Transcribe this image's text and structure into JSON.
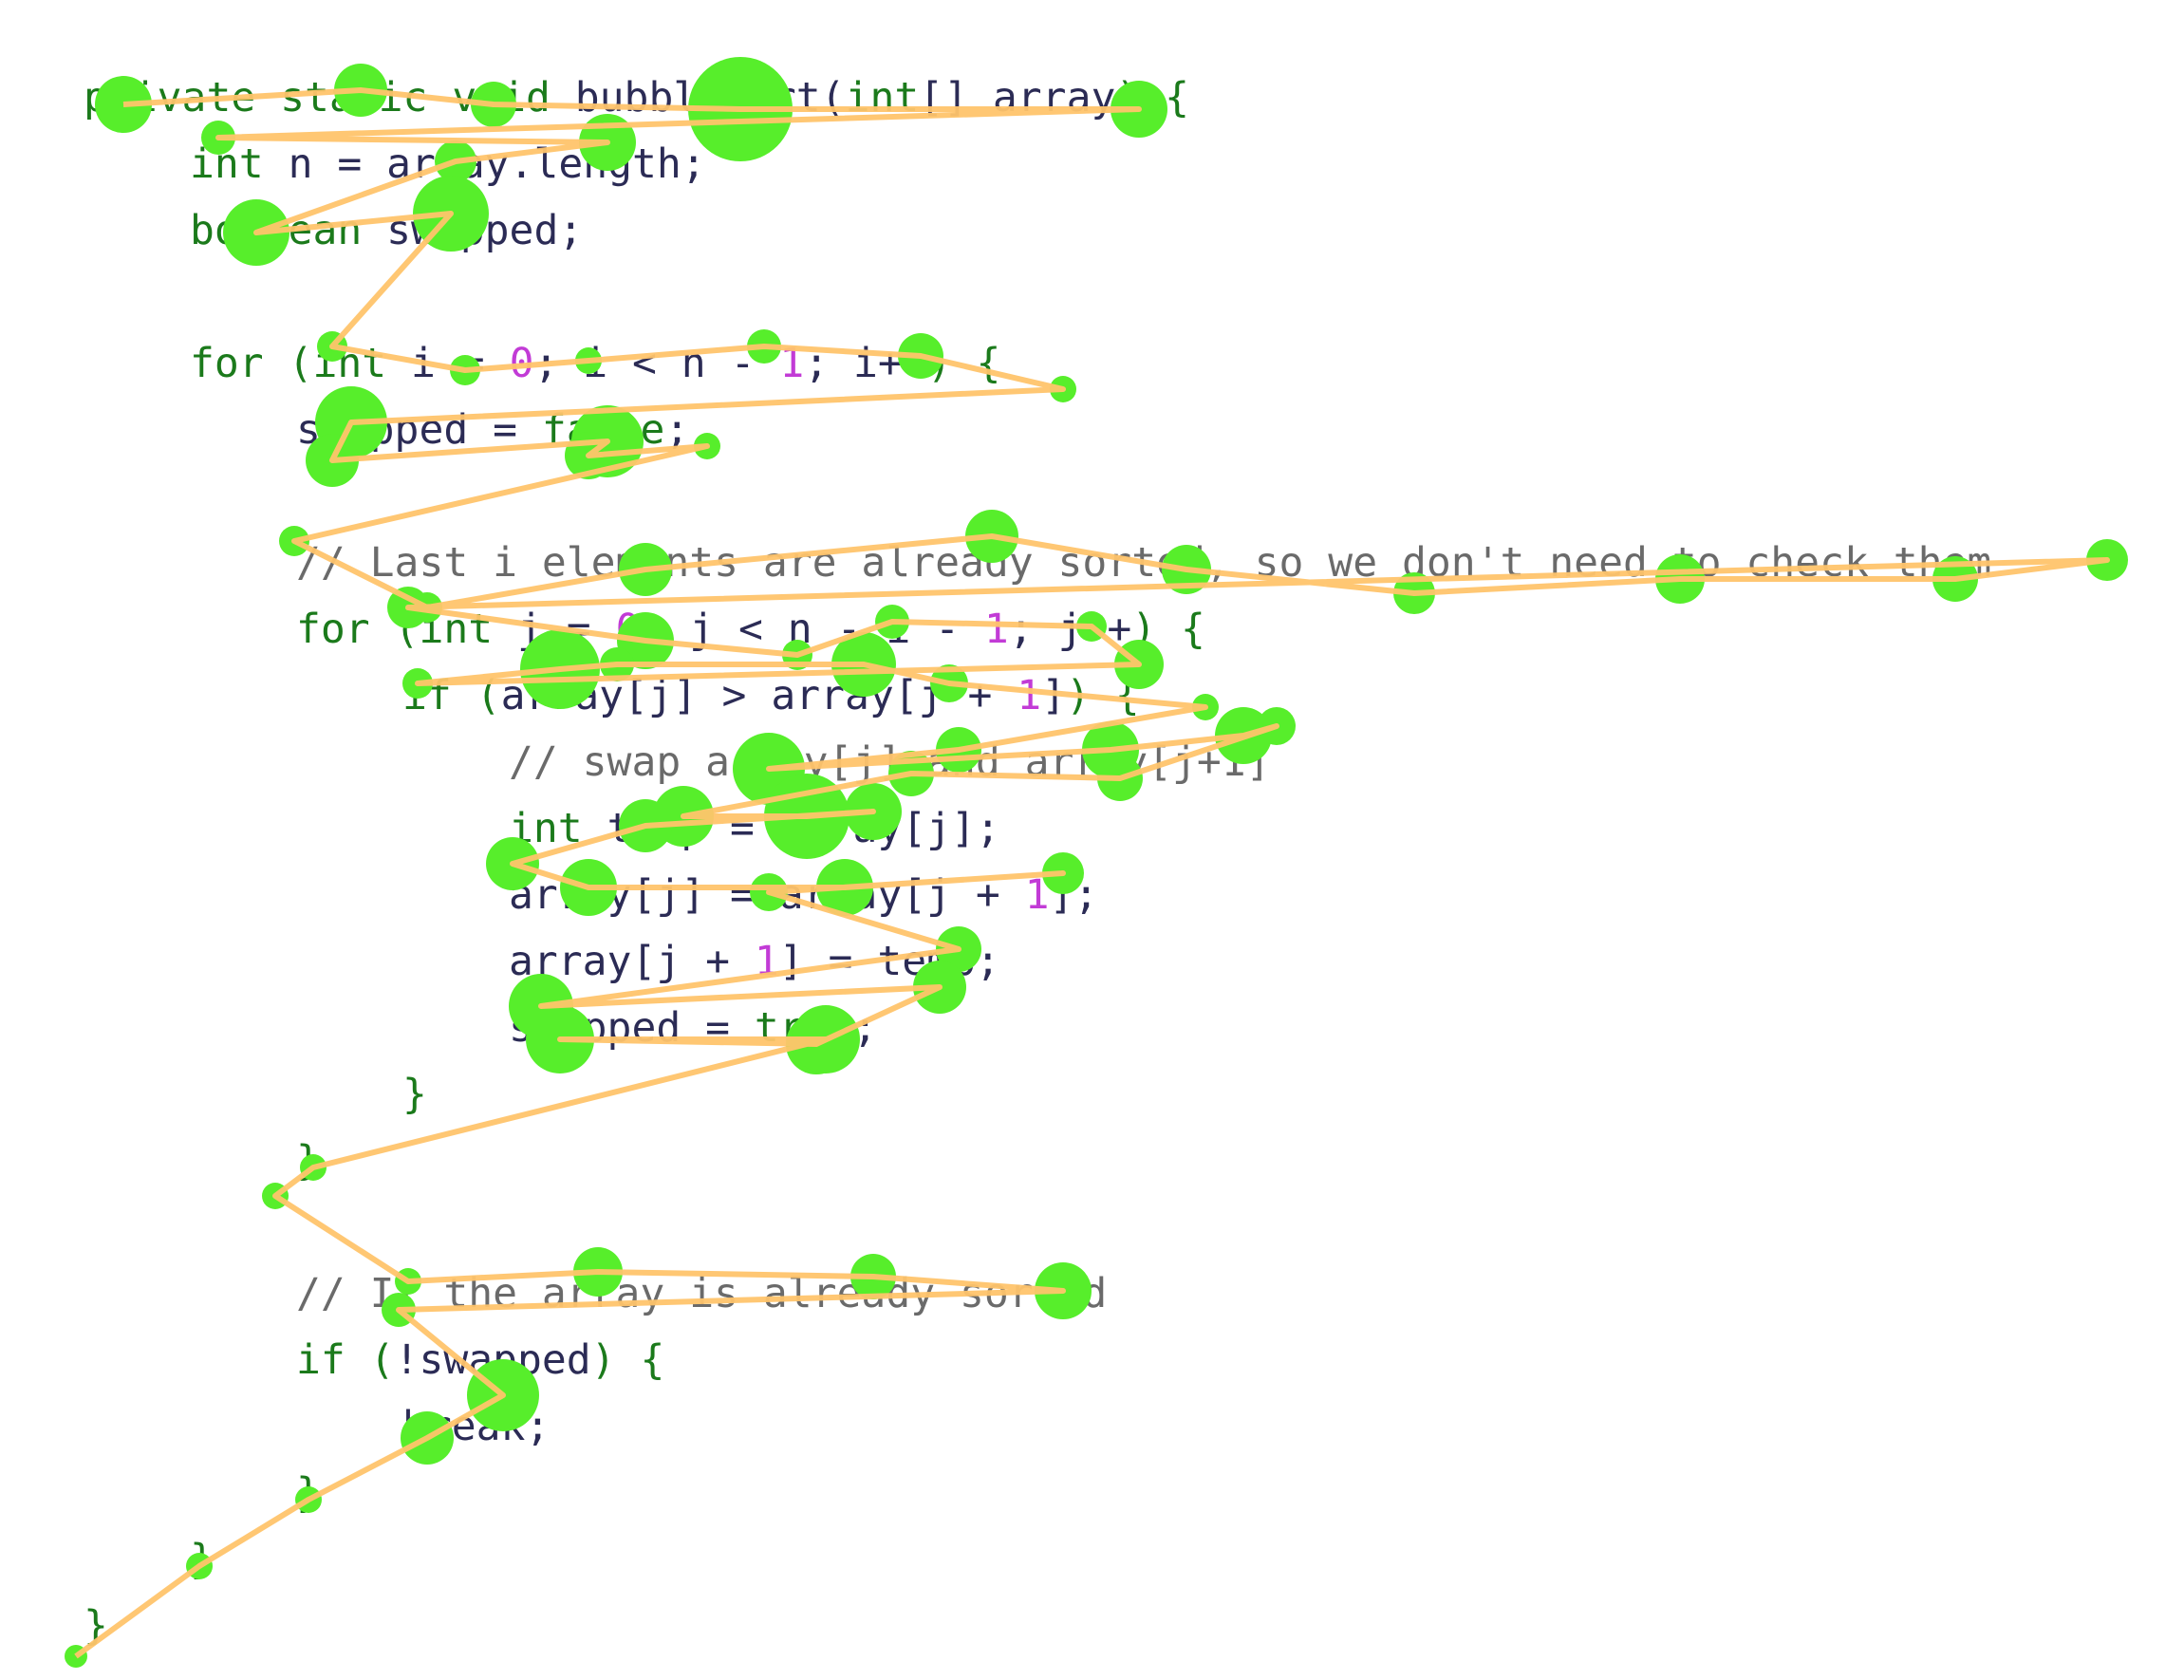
{
  "code_lines": [
    {
      "indent": 0,
      "tokens": [
        {
          "t": "private ",
          "c": "kw"
        },
        {
          "t": "static ",
          "c": "kw"
        },
        {
          "t": "void ",
          "c": "ty"
        },
        {
          "t": "bubbleSort",
          "c": "id"
        },
        {
          "t": "(",
          "c": "id"
        },
        {
          "t": "int",
          "c": "ty"
        },
        {
          "t": "[] array",
          "c": "id"
        },
        {
          "t": ") {",
          "c": "br"
        }
      ]
    },
    {
      "indent": 1,
      "tokens": [
        {
          "t": "int ",
          "c": "ty"
        },
        {
          "t": "n = array.length;",
          "c": "id"
        }
      ]
    },
    {
      "indent": 1,
      "tokens": [
        {
          "t": "boolean ",
          "c": "ty"
        },
        {
          "t": "swapped;",
          "c": "id"
        }
      ]
    },
    {
      "indent": 1,
      "tokens": []
    },
    {
      "indent": 1,
      "tokens": [
        {
          "t": "for ",
          "c": "kw"
        },
        {
          "t": "(",
          "c": "br"
        },
        {
          "t": "int ",
          "c": "ty"
        },
        {
          "t": "i = ",
          "c": "id"
        },
        {
          "t": "0",
          "c": "num"
        },
        {
          "t": "; i < n - ",
          "c": "id"
        },
        {
          "t": "1",
          "c": "num"
        },
        {
          "t": "; i++",
          "c": "id"
        },
        {
          "t": ") {",
          "c": "br"
        }
      ]
    },
    {
      "indent": 2,
      "tokens": [
        {
          "t": "swapped = ",
          "c": "id"
        },
        {
          "t": "false",
          "c": "kw"
        },
        {
          "t": ";",
          "c": "id"
        }
      ]
    },
    {
      "indent": 2,
      "tokens": []
    },
    {
      "indent": 2,
      "tokens": [
        {
          "t": "// Last i elements are already sorted, so we don't need to check them",
          "c": "cm"
        }
      ]
    },
    {
      "indent": 2,
      "tokens": [
        {
          "t": "for ",
          "c": "kw"
        },
        {
          "t": "(",
          "c": "br"
        },
        {
          "t": "int ",
          "c": "ty"
        },
        {
          "t": "j = ",
          "c": "id"
        },
        {
          "t": "0",
          "c": "num"
        },
        {
          "t": "; j < n - i - ",
          "c": "id"
        },
        {
          "t": "1",
          "c": "num"
        },
        {
          "t": "; j++",
          "c": "id"
        },
        {
          "t": ") {",
          "c": "br"
        }
      ]
    },
    {
      "indent": 3,
      "tokens": [
        {
          "t": "if ",
          "c": "kw"
        },
        {
          "t": "(",
          "c": "br"
        },
        {
          "t": "array[j] > array[j + ",
          "c": "id"
        },
        {
          "t": "1",
          "c": "num"
        },
        {
          "t": "]",
          "c": "id"
        },
        {
          "t": ") {",
          "c": "br"
        }
      ]
    },
    {
      "indent": 4,
      "tokens": [
        {
          "t": "// swap array[j] and array[j+1]",
          "c": "cm"
        }
      ]
    },
    {
      "indent": 4,
      "tokens": [
        {
          "t": "int ",
          "c": "ty"
        },
        {
          "t": "temp = array[j];",
          "c": "id"
        }
      ]
    },
    {
      "indent": 4,
      "tokens": [
        {
          "t": "array[j] = array[j + ",
          "c": "id"
        },
        {
          "t": "1",
          "c": "num"
        },
        {
          "t": "];",
          "c": "id"
        }
      ]
    },
    {
      "indent": 4,
      "tokens": [
        {
          "t": "array[j + ",
          "c": "id"
        },
        {
          "t": "1",
          "c": "num"
        },
        {
          "t": "] = temp;",
          "c": "id"
        }
      ]
    },
    {
      "indent": 4,
      "tokens": [
        {
          "t": "swapped = ",
          "c": "id"
        },
        {
          "t": "true",
          "c": "kw"
        },
        {
          "t": ";",
          "c": "id"
        }
      ]
    },
    {
      "indent": 3,
      "tokens": [
        {
          "t": "}",
          "c": "br"
        }
      ]
    },
    {
      "indent": 2,
      "tokens": [
        {
          "t": "}",
          "c": "br"
        }
      ]
    },
    {
      "indent": 2,
      "tokens": []
    },
    {
      "indent": 2,
      "tokens": [
        {
          "t": "// If the array is already sorted",
          "c": "cm"
        }
      ]
    },
    {
      "indent": 2,
      "tokens": [
        {
          "t": "if ",
          "c": "kw"
        },
        {
          "t": "(",
          "c": "br"
        },
        {
          "t": "!swapped",
          "c": "id"
        },
        {
          "t": ") {",
          "c": "br"
        }
      ]
    },
    {
      "indent": 3,
      "tokens": [
        {
          "t": "break;",
          "c": "id"
        }
      ]
    },
    {
      "indent": 2,
      "tokens": [
        {
          "t": "}",
          "c": "br"
        }
      ]
    },
    {
      "indent": 1,
      "tokens": [
        {
          "t": "}",
          "c": "br"
        }
      ]
    },
    {
      "indent": 0,
      "tokens": [
        {
          "t": "}",
          "c": "br"
        }
      ]
    }
  ],
  "colors": {
    "fixation": "#57ee2b",
    "saccade": "#ffc46b",
    "keyword": "#1b7a1b",
    "number": "#c23bd6",
    "comment": "#6a6a6a",
    "identifier": "#2b2b55"
  }
}
